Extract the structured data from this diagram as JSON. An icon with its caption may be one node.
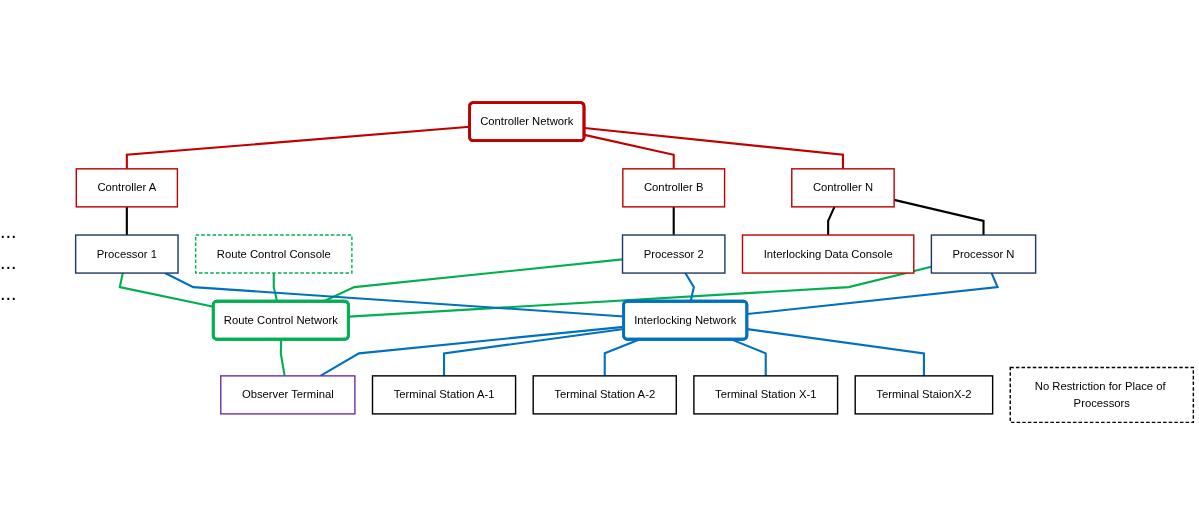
{
  "diagram": {
    "nodes": [
      {
        "text": [
          "Interlocking Data Console"
        ]
      },
      {
        "text": [
          "Controller Network"
        ]
      },
      {
        "text": [
          "Controller A"
        ]
      },
      {
        "text": [
          "Controller B"
        ]
      },
      {
        "text": [
          "Controller N"
        ]
      },
      {
        "text": [
          "Route Control Console"
        ]
      },
      {
        "text": [
          "Processor 1"
        ]
      },
      {
        "text": [
          "Processor 2"
        ]
      },
      {
        "text": [
          "Processor N"
        ]
      },
      {
        "text": [
          "Route Control Network"
        ]
      },
      {
        "text": [
          "No Restriction for Place of Processors"
        ]
      },
      {
        "text": [
          "Interlocking Network"
        ]
      },
      {
        "text": [
          "Observer Terminal"
        ]
      },
      {
        "text": [
          "Terminal Station A-1"
        ]
      },
      {
        "text": [
          "Terminal Station A-2"
        ]
      },
      {
        "text": [
          "Terminal Station X-1"
        ]
      },
      {
        "text": [
          "Terminal StaionX-2"
        ]
      }
    ],
    "edges": [
      {
        "from": 1,
        "to": 2,
        "arrow": "none",
        "color": "#c00000"
      },
      {
        "from": 1,
        "to": 3,
        "arrow": "none",
        "color": "#c00000"
      },
      {
        "from": 1,
        "to": 4,
        "arrow": "none",
        "color": "#c00000"
      },
      {
        "from": 4,
        "to": 0,
        "arrow": "none",
        "color": "#000000"
      },
      {
        "from": 5,
        "to": 9,
        "arrow": "none",
        "color": "#00b050"
      },
      {
        "from": 2,
        "to": 6,
        "arrow": "none",
        "color": "#000000"
      },
      {
        "from": 3,
        "to": 7,
        "arrow": "none",
        "color": "#000000"
      },
      {
        "from": 4,
        "to": 8,
        "arrow": "none",
        "color": "#000000"
      },
      {
        "from": 6,
        "to": 9,
        "arrow": "none",
        "color": "#00b050"
      },
      {
        "from": 7,
        "to": 9,
        "arrow": "none",
        "color": "#00b050"
      },
      {
        "from": 8,
        "to": 9,
        "arrow": "none",
        "color": "#00b050"
      },
      {
        "from": 6,
        "to": 11,
        "arrow": "none"
      },
      {
        "from": 7,
        "to": 11,
        "arrow": "none"
      },
      {
        "from": 8,
        "to": 11,
        "arrow": "none"
      },
      {
        "from": 9,
        "to": 12,
        "arrow": "none",
        "color": "#00b050"
      },
      {
        "from": 11,
        "to": 12,
        "arrow": "none"
      },
      {
        "from": 11,
        "to": 13,
        "arrow": "none"
      },
      {
        "from": 11,
        "to": 14,
        "arrow": "none"
      },
      {
        "from": 11,
        "to": 15,
        "arrow": "none"
      },
      {
        "from": 11,
        "to": 16,
        "arrow": "none"
      }
    ],
    "labels": [
      "...",
      "...",
      "..."
    ]
  }
}
